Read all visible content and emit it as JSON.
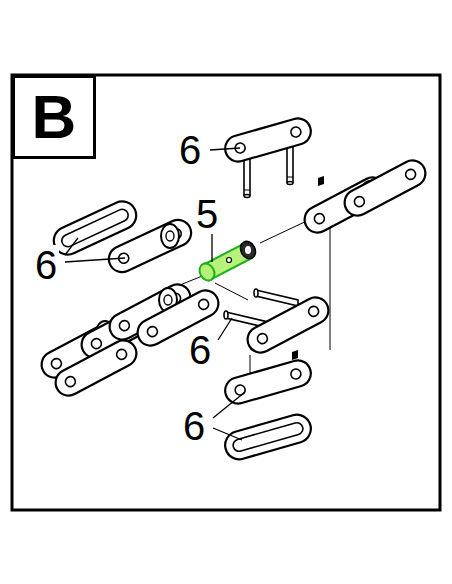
{
  "diagram": {
    "nodes": [
      {
        "text": [
          "B"
        ]
      }
    ],
    "labels": [
      "6",
      "5",
      "6",
      "6",
      "6"
    ]
  }
}
